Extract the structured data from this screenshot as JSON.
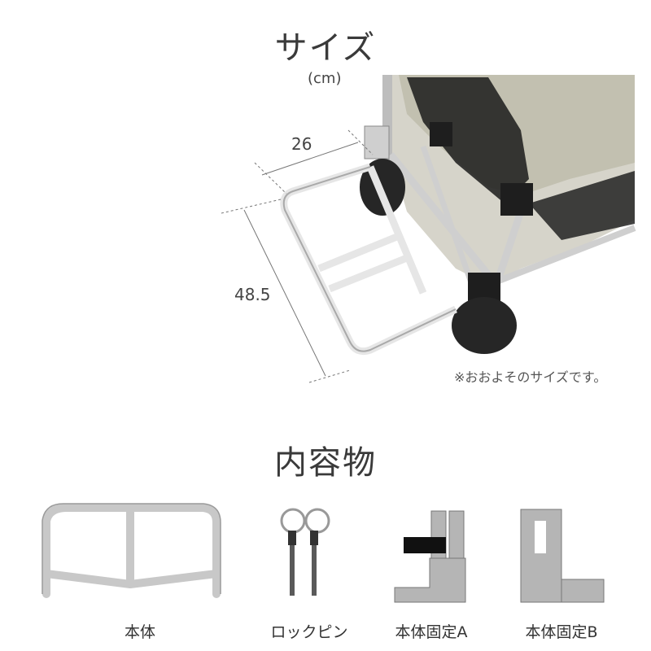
{
  "size_section": {
    "title": "サイズ",
    "unit": "(cm)",
    "width_label": "26",
    "height_label": "48.5",
    "note": "※おおよそのサイズです。"
  },
  "contents_section": {
    "title": "内容物",
    "items": [
      {
        "label": "本体"
      },
      {
        "label": "ロックピン"
      },
      {
        "label": "本体固定A"
      },
      {
        "label": "本体固定B"
      }
    ]
  }
}
